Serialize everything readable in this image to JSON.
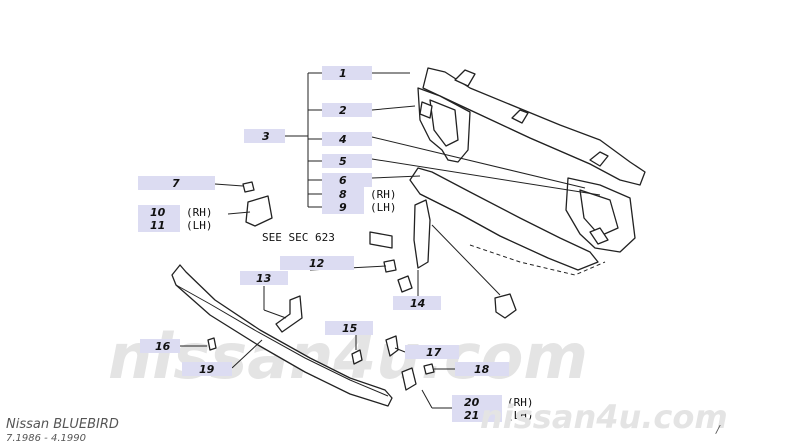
{
  "labels": {
    "p1": "1",
    "p2": "2",
    "p3": "3",
    "p4": "4",
    "p5": "5",
    "p6": "6",
    "p7": "7",
    "p8": "8",
    "p9": "9",
    "p10": "10",
    "p11": "11",
    "p12": "12",
    "p13": "13",
    "p14": "14",
    "p15": "15",
    "p16": "16",
    "p17": "17",
    "p18": "18",
    "p19": "19",
    "p20": "20",
    "p21": "21"
  },
  "sides": {
    "rh": "(RH)",
    "lh": "(LH)"
  },
  "see_ref": "SEE SEC 623",
  "watermark": {
    "center": "nissan4u.com",
    "corner": "nissan4u.com"
  },
  "caption": {
    "model": "Nissan  BLUEBIRD",
    "dates": "7.1986 - 4.1990"
  },
  "colors": {
    "label_box": "#dcdcf2",
    "watermark": "#e4e4e4"
  }
}
